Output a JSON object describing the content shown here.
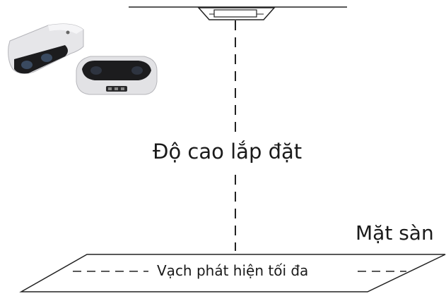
{
  "labels": {
    "installation_height": "Độ cao lắp đặt",
    "floor": "Mặt sàn",
    "max_detection_line": "Vạch phát hiện tối đa"
  },
  "colors": {
    "line": "#222222",
    "camera_body": "#d9d9dc",
    "camera_dark": "#1c1c1e"
  }
}
